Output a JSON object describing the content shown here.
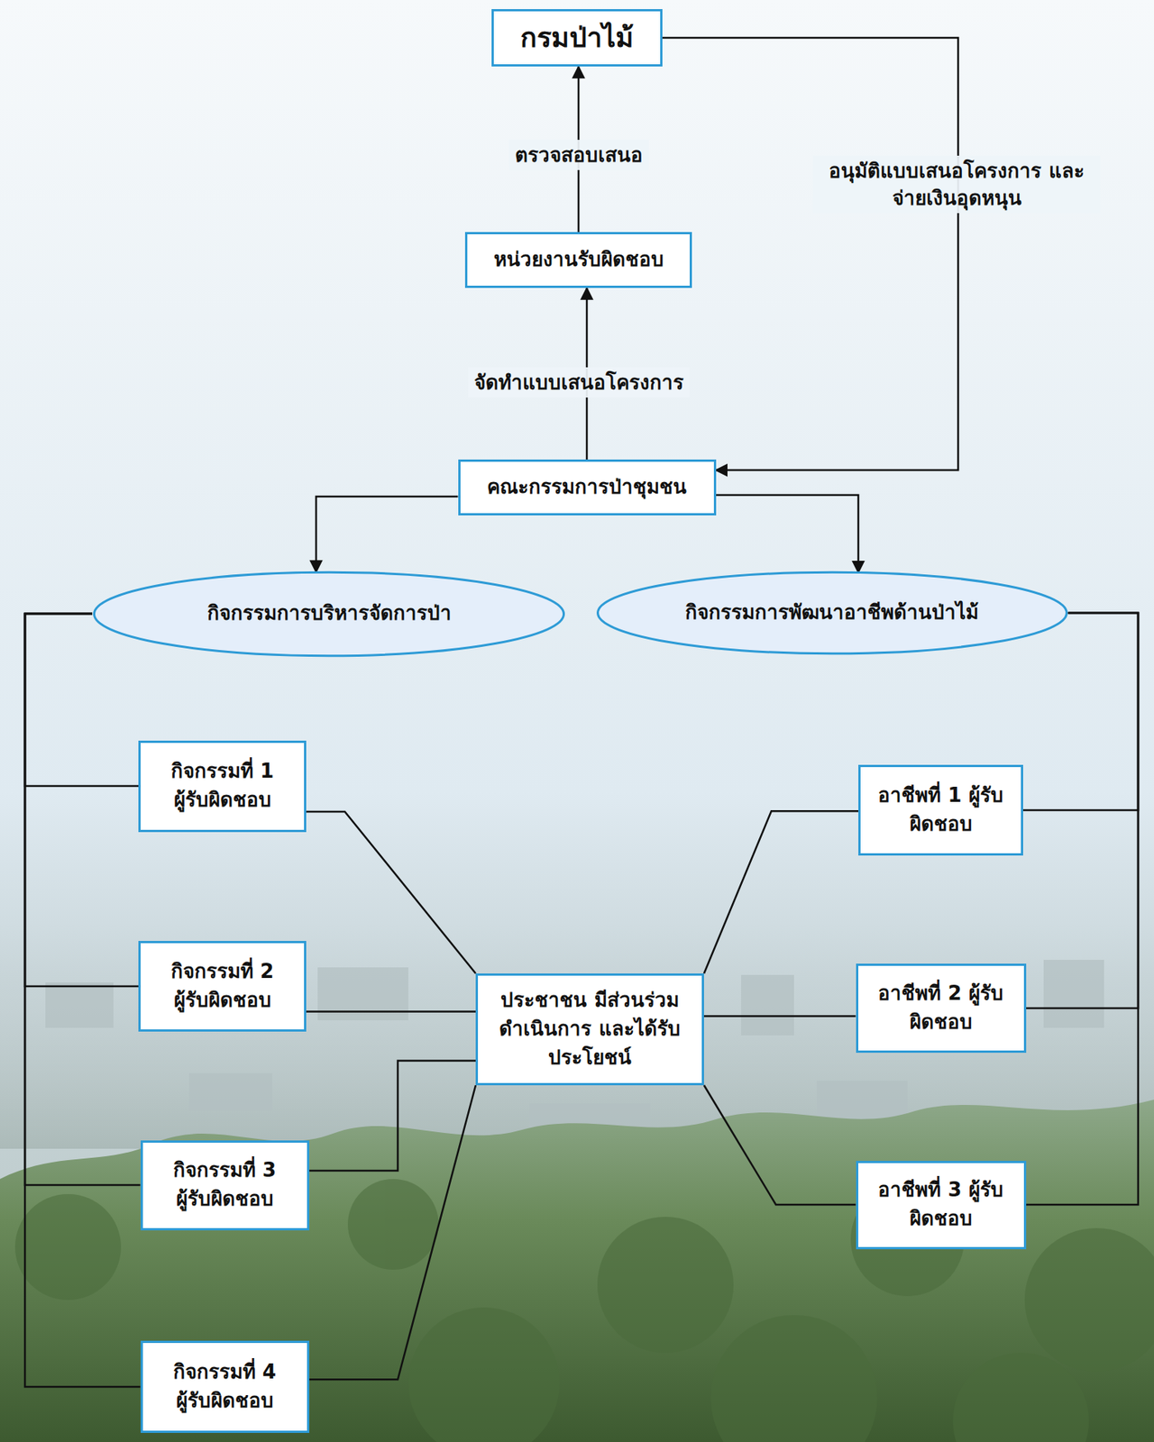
{
  "diagram": {
    "nodes": [
      {
        "text": [
          "กรมป่าไม้"
        ]
      },
      {
        "text": [
          "หน่วยงานรับผิดชอบ"
        ]
      },
      {
        "text": [
          "คณะกรรมการป่าชุมชน"
        ]
      },
      {
        "text": [
          "กิจกรรมการบริหารจัดการป่า"
        ]
      },
      {
        "text": [
          "กิจกรรมการพัฒนาอาชีพด้านป่าไม้"
        ]
      },
      {
        "text": [
          "กิจกรรมที่ 1 ผู้รับผิดชอบ"
        ]
      },
      {
        "text": [
          "กิจกรรมที่ 2 ผู้รับผิดชอบ"
        ]
      },
      {
        "text": [
          "กิจกรรมที่ 3 ผู้รับผิดชอบ"
        ]
      },
      {
        "text": [
          "กิจกรรมที่ 4 ผู้รับผิดชอบ"
        ]
      },
      {
        "text": [
          "ประชาชน มีส่วนร่วมดำเนินการ และได้รับประโยชน์"
        ]
      },
      {
        "text": [
          "อาชีพที่ 1 ผู้รับผิดชอบ"
        ]
      },
      {
        "text": [
          "อาชีพที่ 2 ผู้รับผิดชอบ"
        ]
      },
      {
        "text": [
          "อาชีพที่ 3 ผู้รับผิดชอบ"
        ]
      }
    ],
    "edges": [
      {
        "from": 1,
        "to": 0,
        "arrow": "to",
        "label": "ตรวจสอบเสนอ"
      },
      {
        "from": 2,
        "to": 1,
        "arrow": "to",
        "label": "จัดทำแบบเสนอโครงการ"
      },
      {
        "from": 0,
        "to": 2,
        "arrow": "to",
        "label": "อนุมัติแบบเสนอโครงการ และจ่ายเงินอุดหนุน"
      },
      {
        "from": 2,
        "to": 3,
        "arrow": "to"
      },
      {
        "from": 2,
        "to": 4,
        "arrow": "to"
      },
      {
        "from": 3,
        "to": 5,
        "arrow": "none"
      },
      {
        "from": 3,
        "to": 6,
        "arrow": "none"
      },
      {
        "from": 3,
        "to": 7,
        "arrow": "none"
      },
      {
        "from": 3,
        "to": 8,
        "arrow": "none"
      },
      {
        "from": 4,
        "to": 10,
        "arrow": "none"
      },
      {
        "from": 4,
        "to": 11,
        "arrow": "none"
      },
      {
        "from": 4,
        "to": 12,
        "arrow": "none"
      },
      {
        "from": 5,
        "to": 9,
        "arrow": "none"
      },
      {
        "from": 6,
        "to": 9,
        "arrow": "none"
      },
      {
        "from": 7,
        "to": 9,
        "arrow": "none"
      },
      {
        "from": 8,
        "to": 9,
        "arrow": "none"
      },
      {
        "from": 10,
        "to": 9,
        "arrow": "none"
      },
      {
        "from": 11,
        "to": 9,
        "arrow": "none"
      },
      {
        "from": 12,
        "to": 9,
        "arrow": "none"
      }
    ]
  }
}
